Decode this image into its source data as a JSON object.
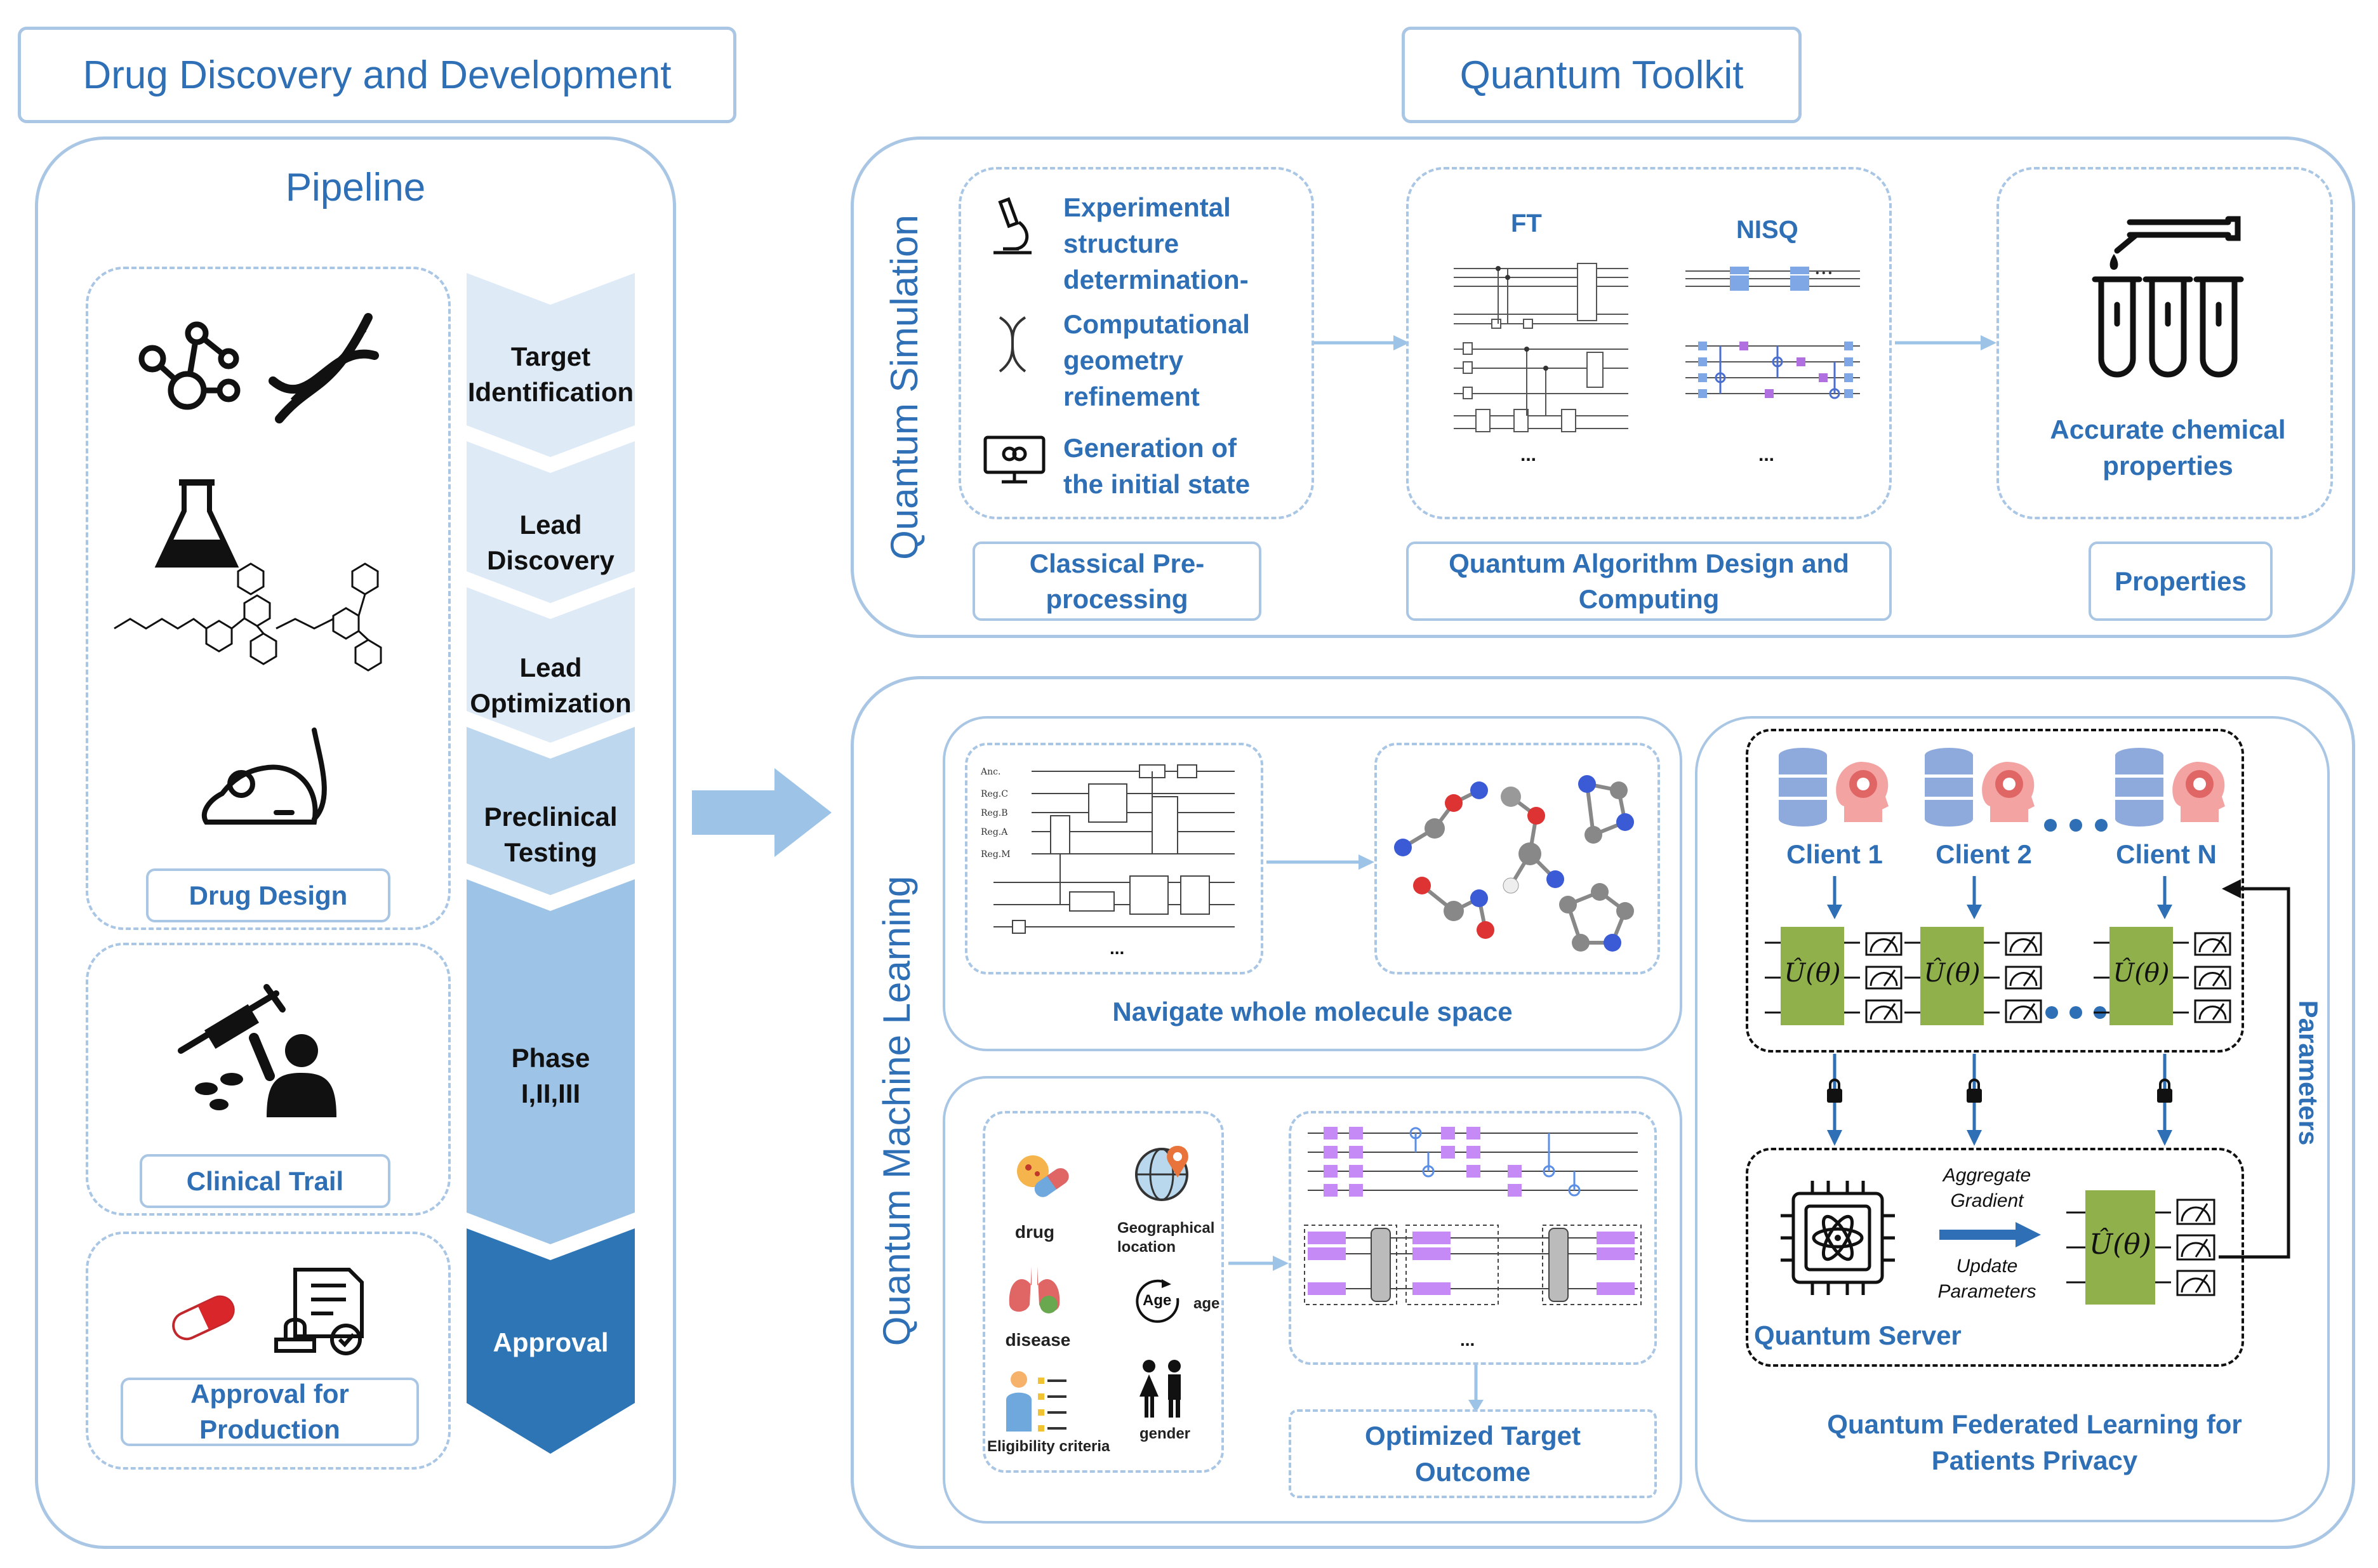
{
  "left": {
    "title": "Drug Discovery and Development",
    "pipeline_title": "Pipeline",
    "drug_design_label": "Drug Design",
    "clinical_trail_label": "Clinical Trail",
    "approval_label": "Approval for Production",
    "stages": [
      {
        "label": "Target Identification"
      },
      {
        "label": "Lead Discovery"
      },
      {
        "label": "Lead Optimization"
      },
      {
        "label": "Preclinical Testing"
      },
      {
        "label": "Phase I,II,III"
      },
      {
        "label": "Approval"
      }
    ]
  },
  "right": {
    "title": "Quantum Toolkit",
    "simulation": {
      "side_label": "Quantum Simulation",
      "steps": [
        {
          "text": "Experimental structure determination-"
        },
        {
          "text": "Computational geometry refinement"
        },
        {
          "text": "Generation of the initial state"
        }
      ],
      "preprocess_label": "Classical Pre-processing",
      "ft_label": "FT",
      "nisq_label": "NISQ",
      "ellipsis": "...",
      "algo_label": "Quantum Algorithm Design and Computing",
      "accurate_text": "Accurate chemical properties",
      "properties_label": "Properties"
    },
    "qml": {
      "side_label": "Quantum Machine Learning",
      "navigate_label": "Navigate whole molecule space",
      "factors": [
        {
          "text": "drug"
        },
        {
          "text": "Geographical location"
        },
        {
          "text": "disease"
        },
        {
          "text": "age"
        },
        {
          "text": "Eligibility criteria"
        },
        {
          "text": "gender"
        }
      ],
      "age_badge": "Age",
      "optimized_label": "Optimized Target Outcome",
      "federated": {
        "clients": [
          {
            "name": "Client 1"
          },
          {
            "name": "Client 2"
          },
          {
            "name": "Client N"
          }
        ],
        "unitary": "Û(θ)",
        "aggregate": "Aggregate Gradient",
        "update": "Update Parameters",
        "server": "Quantum Server",
        "parameters": "Parameters",
        "caption": "Quantum Federated Learning for Patients Privacy"
      }
    }
  }
}
